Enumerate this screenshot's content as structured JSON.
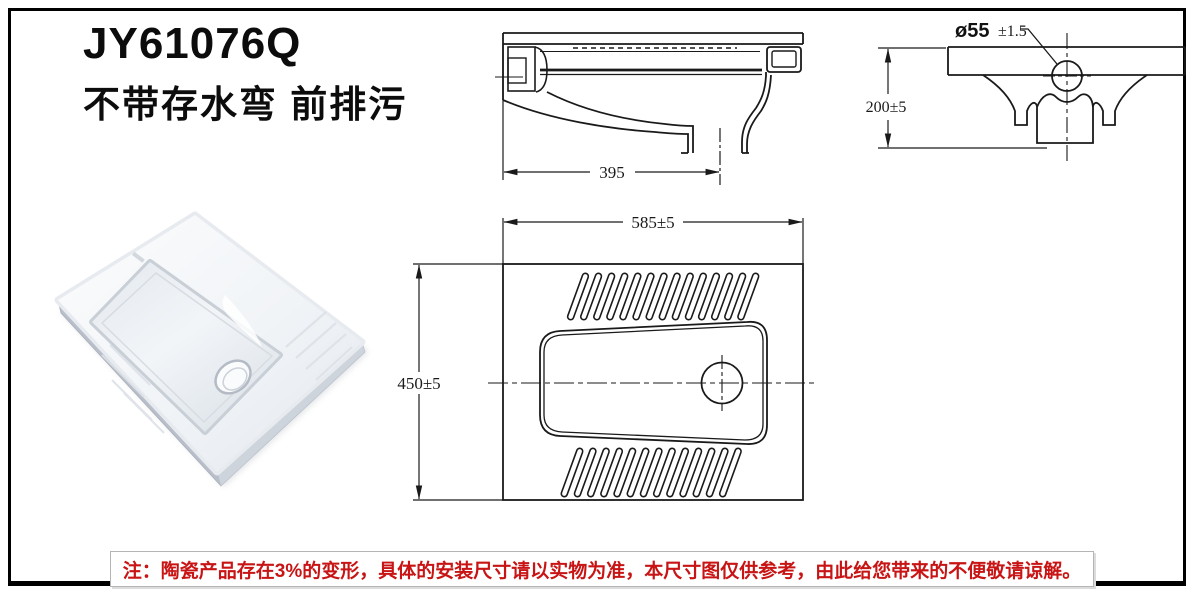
{
  "product": {
    "model": "JY61076Q",
    "subtitle": "不带存水弯 前排污"
  },
  "drawings": {
    "side_view": {
      "dim_outlet_distance": "395"
    },
    "front_view": {
      "drain_diameter_symbol": "ø55",
      "drain_diameter_tolerance": "±1.5",
      "dim_height": "200±5"
    },
    "plan_view": {
      "dim_width": "585±5",
      "dim_depth": "450±5"
    }
  },
  "note": {
    "text": "注：陶瓷产品存在3%的变形，具体的安装尺寸请以实物为准，本尺寸图仅供参考，由此给您带来的不便敬请谅解。"
  },
  "colors": {
    "line": "#1a1a1a",
    "note_red": "#c81414",
    "border_black": "#000000"
  }
}
